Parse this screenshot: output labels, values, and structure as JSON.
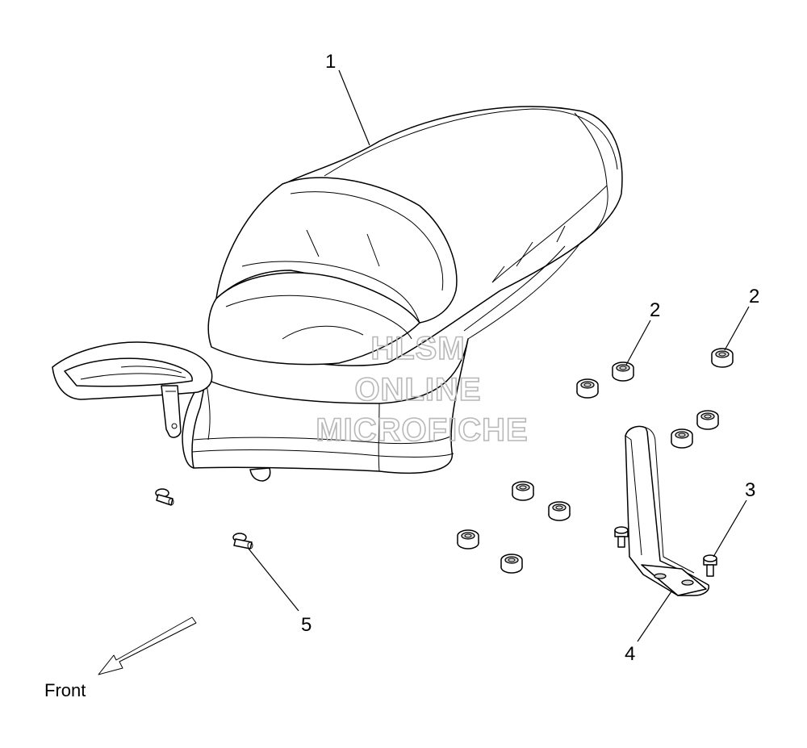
{
  "callouts": {
    "seat": "1",
    "grommet_a": "2",
    "grommet_b": "2",
    "screw": "3",
    "bracket": "4",
    "bolt": "5"
  },
  "direction_label": "Front",
  "watermark": {
    "line1": "HLSM",
    "line2": "ONLINE",
    "line3": "MICROFICHE"
  }
}
